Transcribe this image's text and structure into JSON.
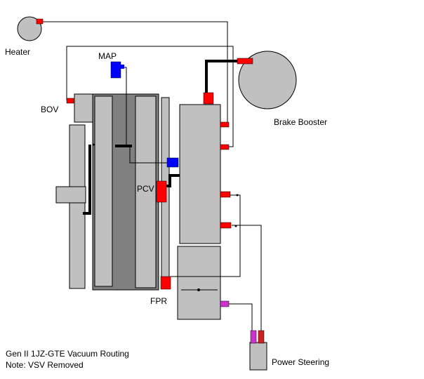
{
  "labels": {
    "heater": "Heater",
    "map": "MAP",
    "bov": "BOV",
    "pcv": "PCV",
    "fpr": "FPR",
    "brake_booster": "Brake Booster",
    "power_steering": "Power Steering"
  },
  "caption": {
    "line1": "Gen II 1JZ-GTE Vacuum Routing",
    "line2": "Note: VSV Removed"
  },
  "colors": {
    "component_fill": "#c0c0c0",
    "plenum_fill": "#808080",
    "port_red": "#ff0000",
    "port_blue": "#0000ff",
    "port_magenta": "#cc33cc",
    "hose": "#000000",
    "outline": "#000000"
  }
}
